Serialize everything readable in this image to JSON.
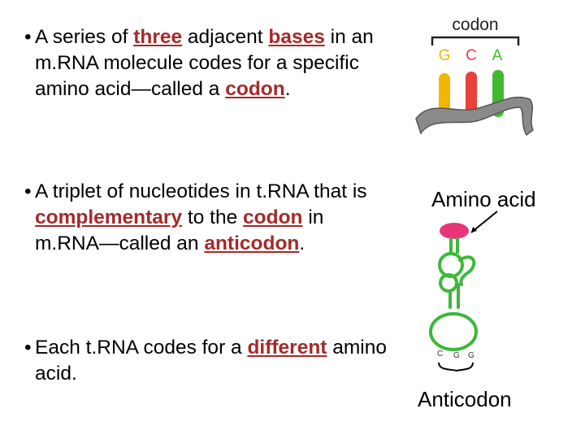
{
  "bullets": [
    {
      "parts": [
        {
          "text": "A series of ",
          "hl": false
        },
        {
          "text": "three",
          "hl": true
        },
        {
          "text": " adjacent ",
          "hl": false
        },
        {
          "text": "bases",
          "hl": true
        },
        {
          "text": " in an m.RNA molecule codes for a specific amino acid—called a ",
          "hl": false
        },
        {
          "text": "codon",
          "hl": true
        },
        {
          "text": ".",
          "hl": false
        }
      ]
    },
    {
      "parts": [
        {
          "text": "A triplet of nucleotides in t.RNA that is ",
          "hl": false
        },
        {
          "text": "complementary",
          "hl": true
        },
        {
          "text": " to the ",
          "hl": false
        },
        {
          "text": "codon",
          "hl": true
        },
        {
          "text": " in m.RNA—called an ",
          "hl": false
        },
        {
          "text": "anticodon",
          "hl": true
        },
        {
          "text": ".",
          "hl": false
        }
      ]
    },
    {
      "parts": [
        {
          "text": "Each t.RNA codes for a ",
          "hl": false
        },
        {
          "text": "different",
          "hl": true
        },
        {
          "text": " amino acid.",
          "hl": false
        }
      ]
    }
  ],
  "codon_figure": {
    "label": "codon",
    "bases": [
      {
        "letter": "G",
        "color": "#f2b705"
      },
      {
        "letter": "C",
        "color": "#e8413a"
      },
      {
        "letter": "A",
        "color": "#44b830"
      }
    ]
  },
  "trna_figure": {
    "amino_acid_label": "Amino acid",
    "anticodon_label": "Anticodon",
    "anticodon_bases": [
      "C",
      "G",
      "G"
    ],
    "amino_acid_color": "#e8357a",
    "trna_color": "#3db83a"
  },
  "colors": {
    "highlight": "#a52a2a",
    "mrna_strand": "#7f7f7f"
  }
}
